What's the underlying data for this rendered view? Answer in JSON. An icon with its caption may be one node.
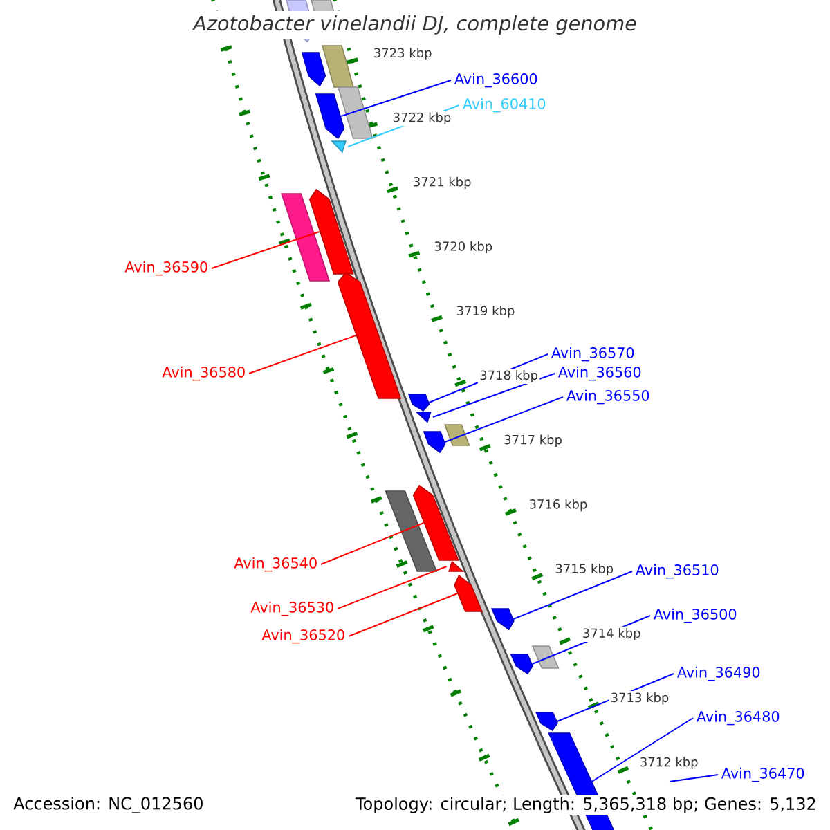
{
  "diagram": {
    "title": "Azotobacter vinelandii DJ, complete genome",
    "nodes": [
      {
        "text": [
          "Avin_36600"
        ]
      },
      {
        "text": [
          "Avin_60410"
        ]
      },
      {
        "text": [
          "Avin_36590"
        ]
      },
      {
        "text": [
          "Avin_36570"
        ]
      },
      {
        "text": [
          "Avin_36580"
        ]
      },
      {
        "text": [
          "Avin_36560"
        ]
      },
      {
        "text": [
          "Avin_36550"
        ]
      },
      {
        "text": [
          "Avin_36540"
        ]
      },
      {
        "text": [
          "Avin_36510"
        ]
      },
      {
        "text": [
          "Avin_36530"
        ]
      },
      {
        "text": [
          "Avin_36500"
        ]
      },
      {
        "text": [
          "Avin_36520"
        ]
      },
      {
        "text": [
          "Avin_36490"
        ]
      },
      {
        "text": [
          "Avin_36480"
        ]
      },
      {
        "text": [
          "Avin_36470"
        ]
      },
      {
        "text": [],
        "shape": "pentagon"
      },
      {
        "text": [],
        "shape": "box"
      },
      {
        "text": [],
        "shape": "pentagon"
      },
      {
        "text": [],
        "shape": "box"
      },
      {
        "text": [],
        "shape": "pentagon"
      },
      {
        "text": [],
        "shape": "box"
      },
      {
        "text": [],
        "shape": "triangle"
      },
      {
        "text": [],
        "shape": "pentagon"
      },
      {
        "text": [],
        "shape": "box"
      },
      {
        "text": [],
        "shape": "pentagon"
      },
      {
        "text": [],
        "shape": "pentagon"
      },
      {
        "text": [],
        "shape": "triangle"
      },
      {
        "text": [],
        "shape": "pentagon"
      },
      {
        "text": [],
        "shape": "box"
      },
      {
        "text": [],
        "shape": "pentagon"
      },
      {
        "text": [],
        "shape": "box"
      },
      {
        "text": [],
        "shape": "triangle"
      },
      {
        "text": [],
        "shape": "pentagon"
      },
      {
        "text": [],
        "shape": "pentagon"
      },
      {
        "text": [],
        "shape": "pentagon"
      },
      {
        "text": [],
        "shape": "box"
      },
      {
        "text": [],
        "shape": "pentagon"
      },
      {
        "text": [],
        "shape": "pentagon"
      }
    ],
    "edges": [
      {
        "from": 0,
        "to": 19,
        "arrow": "none"
      },
      {
        "from": 1,
        "to": 21,
        "arrow": "none",
        "color": "#33ccff"
      },
      {
        "from": 2,
        "to": 22,
        "arrow": "none",
        "color": "#ff0000"
      },
      {
        "from": 3,
        "to": 25,
        "arrow": "none"
      },
      {
        "from": 4,
        "to": 24,
        "arrow": "none",
        "color": "#ff0000"
      },
      {
        "from": 5,
        "to": 26,
        "arrow": "none"
      },
      {
        "from": 6,
        "to": 27,
        "arrow": "none"
      },
      {
        "from": 7,
        "to": 29,
        "arrow": "none",
        "color": "#ff0000"
      },
      {
        "from": 8,
        "to": 33,
        "arrow": "none"
      },
      {
        "from": 9,
        "to": 31,
        "arrow": "none",
        "color": "#ff0000"
      },
      {
        "from": 10,
        "to": 34,
        "arrow": "none"
      },
      {
        "from": 11,
        "to": 32,
        "arrow": "none",
        "color": "#ff0000"
      },
      {
        "from": 12,
        "to": 36,
        "arrow": "none"
      },
      {
        "from": 13,
        "to": 37,
        "arrow": "none"
      },
      {
        "from": 14,
        "to": null,
        "arrow": "none"
      }
    ],
    "labels": [
      "3723 kbp",
      "3722 kbp",
      "3721 kbp",
      "3720 kbp",
      "3719 kbp",
      "3718 kbp",
      "3717 kbp",
      "3716 kbp",
      "3715 kbp",
      "3714 kbp",
      "3713 kbp",
      "3712 kbp",
      "Accession: NC_012560",
      "Topology: circular; Length: 5,365,318 bp; Genes: 5,132"
    ]
  }
}
